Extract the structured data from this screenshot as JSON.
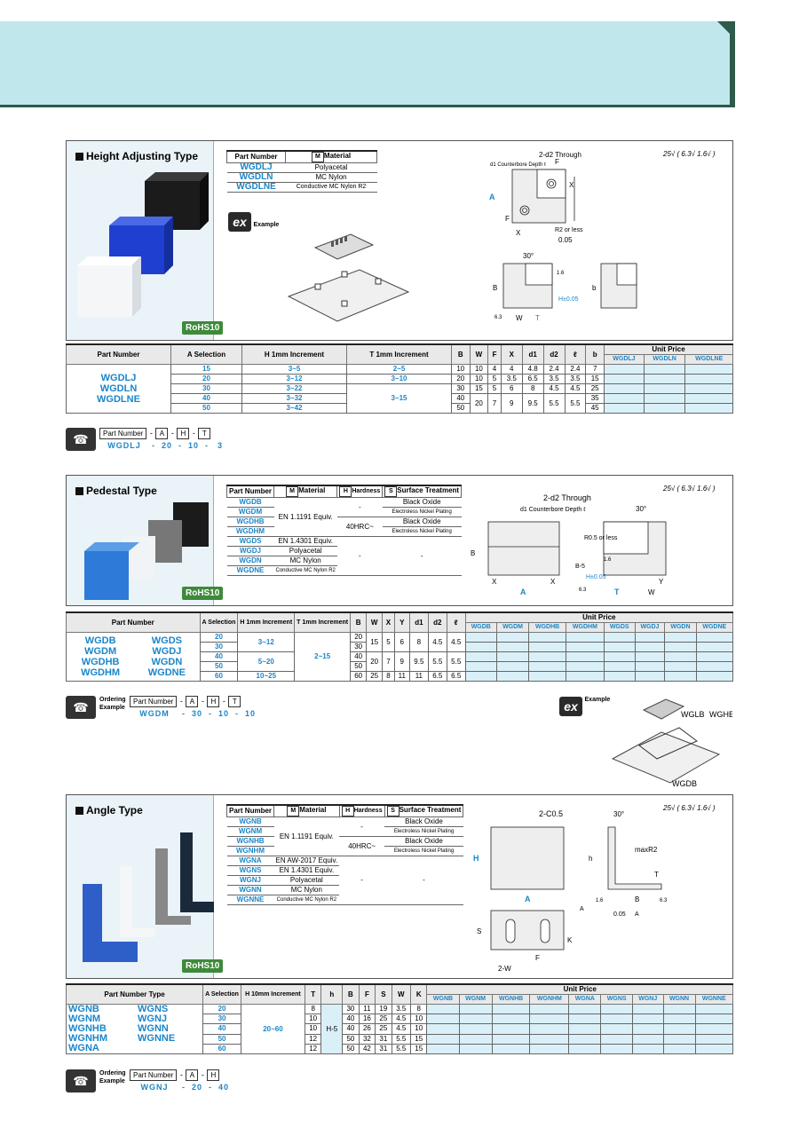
{
  "header": {},
  "tolerance": [
    "25",
    "6.3",
    "1.6"
  ],
  "height_adjusting": {
    "title": "Height Adjusting Type",
    "rohs": "RoHS10",
    "material_table": {
      "headers": [
        "Part Number",
        "M",
        "Material"
      ],
      "rows": [
        [
          "WGDLJ",
          "Polyacetal"
        ],
        [
          "WGDLN",
          "MC Nylon"
        ],
        [
          "WGDLNE",
          "Conductive MC Nylon R2"
        ]
      ]
    },
    "example_label": "Example",
    "drawing_labels": [
      "2-d2 Through",
      "d1 Counterbore Depth ℓ",
      "F",
      "X",
      "A",
      "R2 or less",
      "X",
      "F",
      "0.05",
      "30°",
      "B",
      "1.6",
      "b",
      "H±0.05",
      "W",
      "T",
      "6.3"
    ],
    "spec": {
      "headers": [
        "Part Number",
        "A Selection",
        "H 1mm Increment",
        "T 1mm Increment",
        "B",
        "W",
        "F",
        "X",
        "d1",
        "d2",
        "ℓ",
        "b",
        "Unit Price"
      ],
      "price_cols": [
        "WGDLJ",
        "WGDLN",
        "WGDLNE"
      ],
      "part_numbers": [
        "WGDLJ",
        "WGDLN",
        "WGDLNE"
      ],
      "rows": [
        [
          "15",
          "3~5",
          "2~5",
          "10",
          "10",
          "4",
          "4",
          "4.8",
          "2.4",
          "2.4",
          "7"
        ],
        [
          "20",
          "3~12",
          "3~10",
          "20",
          "10",
          "5",
          "3.5",
          "6.5",
          "3.5",
          "3.5",
          "15"
        ],
        [
          "30",
          "3~22",
          "3~15",
          "30",
          "15",
          "5",
          "6",
          "8",
          "4.5",
          "4.5",
          "25"
        ],
        [
          "40",
          "3~32",
          "",
          "40",
          "20",
          "7",
          "9",
          "9.5",
          "5.5",
          "5.5",
          "35"
        ],
        [
          "50",
          "3~42",
          "",
          "50",
          "",
          "",
          "",
          "",
          "",
          "",
          "45"
        ]
      ]
    },
    "order": {
      "boxes": [
        "Part Number",
        "A",
        "H",
        "T"
      ],
      "values": [
        "WGDLJ",
        "20",
        "10",
        "3"
      ]
    }
  },
  "pedestal": {
    "title": "Pedestal Type",
    "rohs": "RoHS10",
    "material_table": {
      "headers": [
        "Part Number",
        "M",
        "Material",
        "H",
        "Hardness",
        "S",
        "Surface Treatment"
      ],
      "rows": [
        [
          "WGDB",
          "EN 1.1191 Equiv.",
          "-",
          "Black Oxide"
        ],
        [
          "WGDM",
          "",
          "",
          "Electroless Nickel Plating"
        ],
        [
          "WGDHB",
          "",
          "40HRC~",
          "Black Oxide"
        ],
        [
          "WGDHM",
          "",
          "",
          "Electroless Nickel Plating"
        ],
        [
          "WGDS",
          "EN 1.4301 Equiv.",
          "-",
          "-"
        ],
        [
          "WGDJ",
          "Polyacetal",
          "",
          ""
        ],
        [
          "WGDN",
          "MC Nylon",
          "",
          ""
        ],
        [
          "WGDNE",
          "Conductive MC Nylon R2",
          "",
          ""
        ]
      ]
    },
    "drawing_labels": [
      "2-d2 Through",
      "d1 Counterbore Depth ℓ",
      "30°",
      "B",
      "R0.5 or less",
      "1.6",
      "B-5",
      "H±0.05",
      "6.3",
      "X",
      "X",
      "A",
      "T",
      "W",
      "Y"
    ],
    "spec": {
      "headers": [
        "Part Number",
        "A Selection",
        "H 1mm Increment",
        "T 1mm Increment",
        "B",
        "W",
        "X",
        "Y",
        "d1",
        "d2",
        "ℓ",
        "Unit Price"
      ],
      "price_cols": [
        "WGDB",
        "WGDM",
        "WGDHB",
        "WGDHM",
        "WGDS",
        "WGDJ",
        "WGDN",
        "WGDNE"
      ],
      "part_numbers": [
        "WGDB",
        "WGDS",
        "WGDM",
        "WGDJ",
        "WGDHB",
        "WGDN",
        "WGDHM",
        "WGDNE"
      ],
      "rows": [
        [
          "20",
          "3~12",
          "2~15",
          "20",
          "15",
          "5",
          "6",
          "8",
          "4.5",
          "4.5"
        ],
        [
          "30",
          "",
          "",
          "30",
          "",
          "",
          "",
          "",
          "",
          ""
        ],
        [
          "40",
          "5~20",
          "",
          "40",
          "20",
          "7",
          "9",
          "9.5",
          "5.5",
          "5.5"
        ],
        [
          "50",
          "",
          "",
          "50",
          "",
          "",
          "",
          "",
          "",
          ""
        ],
        [
          "60",
          "10~25",
          "",
          "60",
          "25",
          "8",
          "11",
          "11",
          "6.5",
          "6.5"
        ]
      ]
    },
    "order": {
      "label": "Ordering Example",
      "boxes": [
        "Part Number",
        "A",
        "H",
        "T"
      ],
      "values": [
        "WGDM",
        "30",
        "10",
        "10"
      ]
    },
    "example": {
      "label": "Example",
      "parts": [
        "WGLB",
        "WGHB",
        "WGDB"
      ]
    }
  },
  "angle": {
    "title": "Angle Type",
    "rohs": "RoHS10",
    "material_table": {
      "headers": [
        "Part Number",
        "M",
        "Material",
        "H",
        "Hardness",
        "S",
        "Surface Treatment"
      ],
      "rows": [
        [
          "WGNB",
          "EN 1.1191 Equiv.",
          "-",
          "Black Oxide"
        ],
        [
          "WGNM",
          "",
          "",
          "Electroless Nickel Plating"
        ],
        [
          "WGNHB",
          "",
          "40HRC~",
          "Black Oxide"
        ],
        [
          "WGNHM",
          "",
          "",
          "Electroless Nickel Plating"
        ],
        [
          "WGNA",
          "EN AW-2017 Equiv.",
          "-",
          "-"
        ],
        [
          "WGNS",
          "EN 1.4301 Equiv.",
          "",
          ""
        ],
        [
          "WGNJ",
          "Polyacetal",
          "",
          ""
        ],
        [
          "WGNN",
          "MC Nylon",
          "",
          ""
        ],
        [
          "WGNNE",
          "Conductive MC Nylon R2",
          "",
          ""
        ]
      ]
    },
    "drawing_labels": [
      "2-C0.5",
      "30°",
      "H",
      "h",
      "maxR2",
      "T",
      "A",
      "B",
      "6.3",
      "1.6",
      "A",
      "0.05",
      "A",
      "S",
      "K",
      "F",
      "2-W"
    ],
    "spec": {
      "headers": [
        "Part Number Type",
        "A Selection",
        "H 10mm Increment",
        "T",
        "h",
        "B",
        "F",
        "S",
        "W",
        "K",
        "Unit Price"
      ],
      "price_cols": [
        "WGNB",
        "WGNM",
        "WGNHB",
        "WGNHM",
        "WGNA",
        "WGNS",
        "WGNJ",
        "WGNN",
        "WGNNE"
      ],
      "part_numbers": [
        "WGNB",
        "WGNS",
        "WGNM",
        "WGNJ",
        "WGNHB",
        "WGNN",
        "WGNHM",
        "WGNNE",
        "WGNA"
      ],
      "h_value": "H-5",
      "h_range": "20~60",
      "rows": [
        [
          "20",
          "8",
          "30",
          "11",
          "19",
          "3.5",
          "8"
        ],
        [
          "30",
          "10",
          "40",
          "16",
          "25",
          "4.5",
          "10"
        ],
        [
          "40",
          "10",
          "40",
          "26",
          "25",
          "4.5",
          "10"
        ],
        [
          "50",
          "12",
          "50",
          "32",
          "31",
          "5.5",
          "15"
        ],
        [
          "60",
          "12",
          "50",
          "42",
          "31",
          "5.5",
          "15"
        ]
      ]
    },
    "order": {
      "label": "Ordering Example",
      "boxes": [
        "Part Number",
        "A",
        "H"
      ],
      "values": [
        "WGNJ",
        "20",
        "40"
      ]
    }
  }
}
